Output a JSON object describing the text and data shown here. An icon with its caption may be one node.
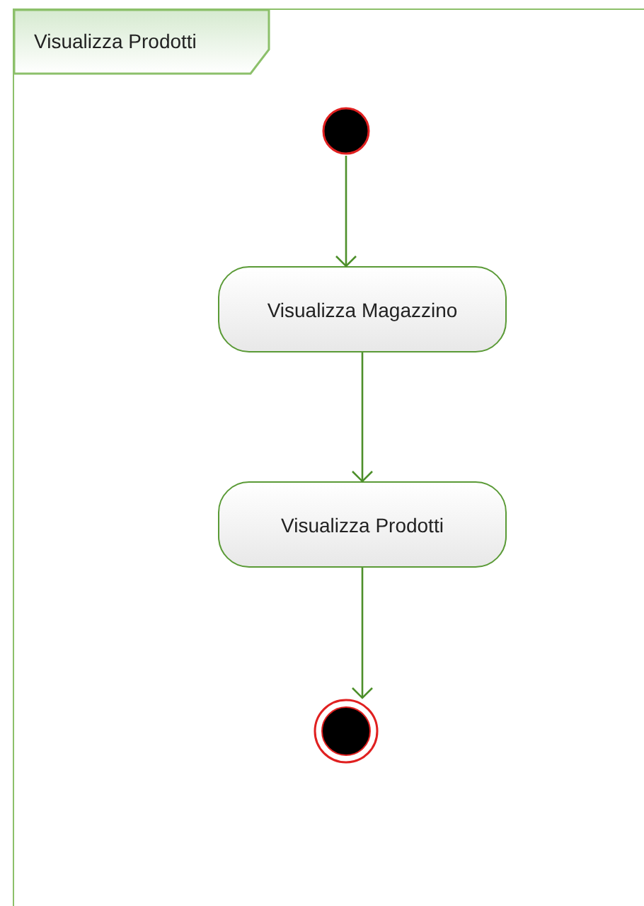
{
  "diagram": {
    "nodes": [
      {
        "text": [
          "Visualizza Prodotti"
        ]
      },
      {
        "text": [],
        "shape": "circle",
        "in": 0
      },
      {
        "text": [
          "Visualizza Magazzino"
        ],
        "in": 0
      },
      {
        "text": [
          "Visualizza Prodotti"
        ],
        "in": 0
      },
      {
        "text": [],
        "shape": "bullseye",
        "in": 0
      }
    ],
    "edges": [
      {
        "from": 1,
        "to": 2,
        "arrow": "to"
      },
      {
        "from": 2,
        "to": 3,
        "arrow": "to"
      },
      {
        "from": 3,
        "to": 4,
        "arrow": "to"
      }
    ]
  }
}
